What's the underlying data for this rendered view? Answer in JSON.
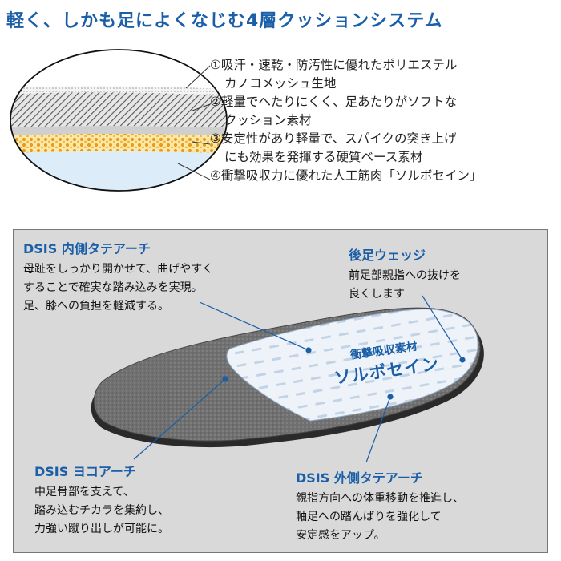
{
  "title": "軽く、しかも足によくなじむ4層クッションシステム",
  "layers": [
    {
      "lines": [
        "①吸汗・速乾・防汚性に優れたポリエステル",
        "カノコメッシュ生地"
      ]
    },
    {
      "lines": [
        "②軽量でへたりにくく、足あたりがソフトな",
        "クッション素材"
      ]
    },
    {
      "lines": [
        "③安定性があり軽量で、スパイクの突き上げ",
        "にも効果を発揮する硬質ベース素材"
      ]
    },
    {
      "lines": [
        "④衝撃吸収力に優れた人工筋肉「ソルボセイン」"
      ]
    }
  ],
  "callouts": {
    "inner_arch": {
      "head": "DSIS 内側タテアーチ",
      "lines": [
        "母趾をしっかり開かせて、曲げやすく",
        "することで確実な踏み込みを実現。",
        "足、膝への負担を軽減する。"
      ]
    },
    "heel_wedge": {
      "head": "後足ウェッジ",
      "lines": [
        "前足部親指への抜けを",
        "良くします"
      ]
    },
    "transverse_arch": {
      "head": "DSIS ヨコアーチ",
      "lines": [
        "中足骨部を支えて、",
        "踏み込むチカラを集約し、",
        "力強い蹴り出しが可能に。"
      ]
    },
    "outer_arch": {
      "head": "DSIS 外側タテアーチ",
      "lines": [
        "親指方向への体重移動を推進し、",
        "軸足への踏んばりを強化して",
        "安定感をアップ。"
      ]
    }
  },
  "material_label": {
    "line1": "衝撃吸収素材",
    "line2": "ソルボセイン"
  },
  "colors": {
    "accent": "#1a5fa8",
    "panel_bg": "#d9d9d9",
    "insole_gray": "#6f6f6f",
    "sorbothane_fill": "#eef3f9"
  }
}
